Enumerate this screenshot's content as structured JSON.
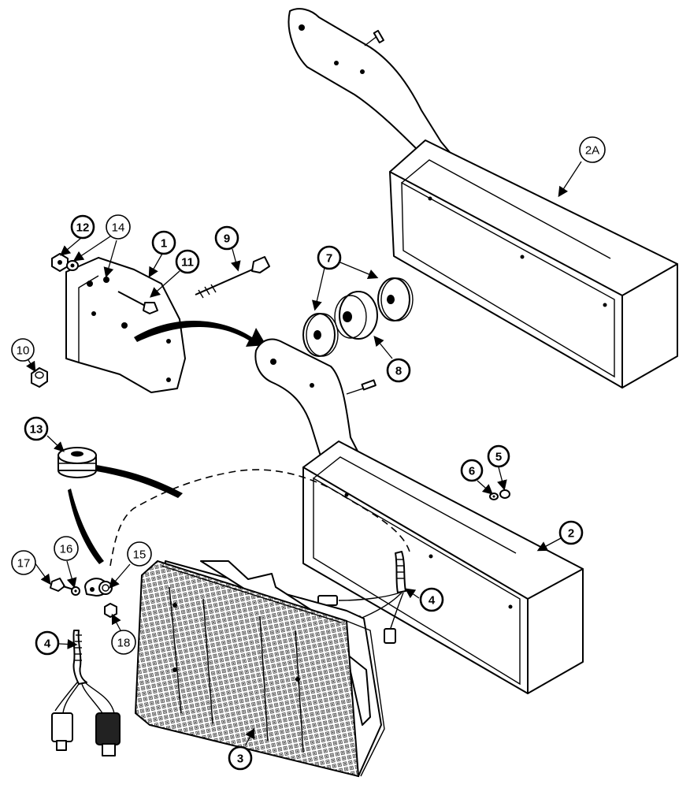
{
  "callouts": {
    "c2A": "2A",
    "c12": "12",
    "c14": "14",
    "c1": "1",
    "c11": "11",
    "c9": "9",
    "c7": "7",
    "c8": "8",
    "c10": "10",
    "c13": "13",
    "c6": "6",
    "c5": "5",
    "c2": "2",
    "c17": "17",
    "c16": "16",
    "c15": "15",
    "c4a": "4",
    "c4b": "4",
    "c18": "18",
    "c3": "3"
  }
}
